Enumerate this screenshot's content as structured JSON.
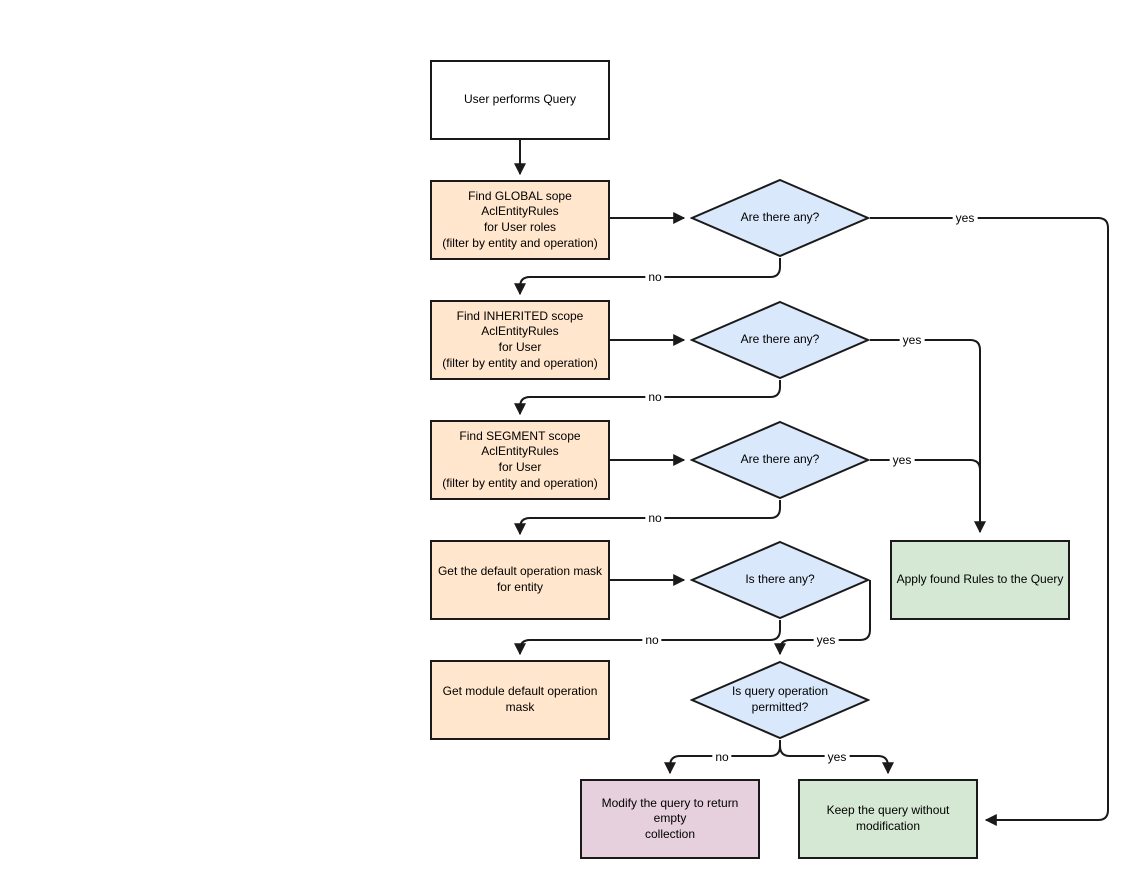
{
  "diagram": {
    "description": "Flowchart of ACL entity rule resolution for a user query",
    "colors": {
      "start_fill": "#ffffff",
      "process_fill": "#ffe6cc",
      "decision_fill": "#dae8fc",
      "success_fill": "#d5e8d4",
      "danger_fill": "#e6d0de",
      "border": "#1a1a1a",
      "line": "#1a1a1a",
      "canvas_bg": "#ffffff"
    },
    "nodes": [
      {
        "id": "start",
        "type": "start",
        "label": "User performs Query"
      },
      {
        "id": "find-global",
        "type": "process",
        "label": "Find GLOBAL sope\nAclEntityRules\nfor User roles\n(filter by entity and operation)"
      },
      {
        "id": "decision-global",
        "type": "decision",
        "label": "Are there any?"
      },
      {
        "id": "find-inherited",
        "type": "process",
        "label": "Find INHERITED scope\nAclEntityRules\nfor User\n(filter by entity and operation)"
      },
      {
        "id": "decision-inherited",
        "type": "decision",
        "label": "Are there any?"
      },
      {
        "id": "find-segment",
        "type": "process",
        "label": "Find SEGMENT scope\nAclEntityRules\nfor User\n(filter by entity and operation)"
      },
      {
        "id": "decision-segment",
        "type": "decision",
        "label": "Are there any?"
      },
      {
        "id": "get-default-mask",
        "type": "process",
        "label": "Get the default operation mask\nfor entity"
      },
      {
        "id": "decision-default",
        "type": "decision",
        "label": "Is there any?"
      },
      {
        "id": "apply-rules",
        "type": "success",
        "label": "Apply found Rules to the Query"
      },
      {
        "id": "get-module-mask",
        "type": "process",
        "label": "Get module default operation\nmask"
      },
      {
        "id": "decision-permitted",
        "type": "decision",
        "label": "Is query operation\npermitted?"
      },
      {
        "id": "modify-query",
        "type": "danger",
        "label": "Modify the query to return empty\ncollection"
      },
      {
        "id": "keep-query",
        "type": "success",
        "label": "Keep the query without\nmodification"
      }
    ],
    "edge_labels": [
      {
        "id": "global-yes",
        "text": "yes"
      },
      {
        "id": "global-no",
        "text": "no"
      },
      {
        "id": "inherited-yes",
        "text": "yes"
      },
      {
        "id": "inherited-no",
        "text": "no"
      },
      {
        "id": "segment-yes",
        "text": "yes"
      },
      {
        "id": "segment-no",
        "text": "no"
      },
      {
        "id": "default-no",
        "text": "no"
      },
      {
        "id": "default-yes",
        "text": "yes"
      },
      {
        "id": "permitted-no",
        "text": "no"
      },
      {
        "id": "permitted-yes",
        "text": "yes"
      }
    ]
  }
}
